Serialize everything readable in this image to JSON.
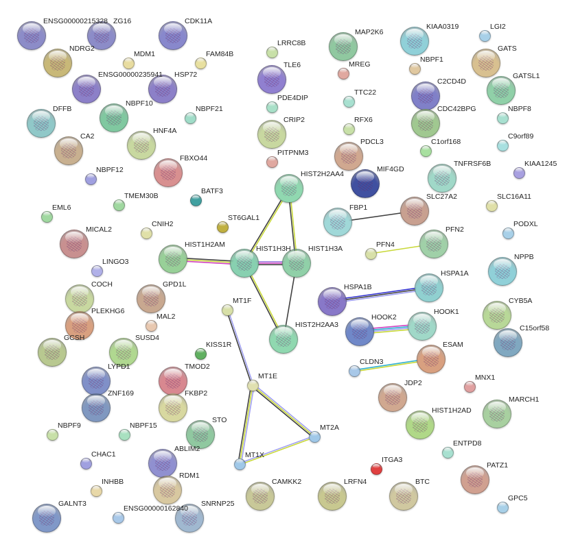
{
  "title": "STRING protein interaction network",
  "nodes": [
    {
      "label": "ENSG00000215328",
      "color": "#8c8cc8"
    },
    {
      "label": "ZG16",
      "color": "#8c8cc8"
    },
    {
      "label": "CDK11A",
      "color": "#8888cc"
    },
    {
      "label": "NDRG2",
      "color": "#c8b878"
    },
    {
      "label": "MDM1",
      "color": "#e8dca0"
    },
    {
      "label": "FAM84B",
      "color": "#e8e0a0"
    },
    {
      "label": "ENSG00000235941",
      "color": "#8c80c8"
    },
    {
      "label": "HSP72",
      "color": "#8c80c8"
    },
    {
      "label": "DFFB",
      "color": "#90c8c8"
    },
    {
      "label": "NBPF10",
      "color": "#80c8a0"
    },
    {
      "label": "NBPF21",
      "color": "#a0dcc8"
    },
    {
      "label": "HNF4A",
      "color": "#c8d8a0"
    },
    {
      "label": "CA2",
      "color": "#c8b090"
    },
    {
      "label": "NBPF12",
      "color": "#a0a0e0"
    },
    {
      "label": "FBXO44",
      "color": "#d89090"
    },
    {
      "label": "BATF3",
      "color": "#40a0a0"
    },
    {
      "label": "TMEM30B",
      "color": "#a0d8a0"
    },
    {
      "label": "EML6",
      "color": "#a0d8a0"
    },
    {
      "label": "MICAL2",
      "color": "#c89090"
    },
    {
      "label": "CNIH2",
      "color": "#e0e0a8"
    },
    {
      "label": "ST6GAL1",
      "color": "#c0b040"
    },
    {
      "label": "HIST1H2AM",
      "color": "#98d098"
    },
    {
      "label": "HIST1H3H",
      "color": "#88d0b0"
    },
    {
      "label": "HIST1H3A",
      "color": "#90d0a8"
    },
    {
      "label": "HIST2H2AA4",
      "color": "#90d8b0"
    },
    {
      "label": "LINGO3",
      "color": "#b0b0e8"
    },
    {
      "label": "COCH",
      "color": "#c8d8a0"
    },
    {
      "label": "GPD1L",
      "color": "#c8a890"
    },
    {
      "label": "PLEKHG6",
      "color": "#d8a080"
    },
    {
      "label": "MAL2",
      "color": "#e8c8b0"
    },
    {
      "label": "MT1F",
      "color": "#d8e0a8"
    },
    {
      "label": "HIST2H2AA3",
      "color": "#90d8b0"
    },
    {
      "label": "GCSH",
      "color": "#b8c890"
    },
    {
      "label": "SUSD4",
      "color": "#b0d890"
    },
    {
      "label": "KISS1R",
      "color": "#60b060"
    },
    {
      "label": "LYPD1",
      "color": "#8090c8"
    },
    {
      "label": "TMOD2",
      "color": "#d88890"
    },
    {
      "label": "MT1E",
      "color": "#e0e0b0"
    },
    {
      "label": "ZNF169",
      "color": "#8098c0"
    },
    {
      "label": "FKBP2",
      "color": "#d8d8a0"
    },
    {
      "label": "NBPF9",
      "color": "#c8e0a8"
    },
    {
      "label": "NBPF15",
      "color": "#a8e0c0"
    },
    {
      "label": "STO",
      "color": "#90c8a0"
    },
    {
      "label": "MT2A",
      "color": "#a0c8e8"
    },
    {
      "label": "CHAC1",
      "color": "#a0a0e0"
    },
    {
      "label": "ABLIM2",
      "color": "#9090d0"
    },
    {
      "label": "MT1X",
      "color": "#a0c8e8"
    },
    {
      "label": "INHBB",
      "color": "#e8d8a8"
    },
    {
      "label": "RDM1",
      "color": "#d8c8a0"
    },
    {
      "label": "CAMKK2",
      "color": "#c8c898"
    },
    {
      "label": "LRFN4",
      "color": "#c8c890"
    },
    {
      "label": "ITGA3",
      "color": "#e04040"
    },
    {
      "label": "BTC",
      "color": "#d0c8a0"
    },
    {
      "label": "PATZ1",
      "color": "#d0a090"
    },
    {
      "label": "GPC5",
      "color": "#a8d0e8"
    },
    {
      "label": "GALNT3",
      "color": "#8098c8"
    },
    {
      "label": "ENSG00000162840",
      "color": "#a8c8e8"
    },
    {
      "label": "SNRNP25",
      "color": "#a0b8d0"
    },
    {
      "label": "LRRC8B",
      "color": "#c8e0a8"
    },
    {
      "label": "TLE6",
      "color": "#9080d0"
    },
    {
      "label": "PDE4DIP",
      "color": "#a8e0c8"
    },
    {
      "label": "MREG",
      "color": "#e0a8a0"
    },
    {
      "label": "MAP2K6",
      "color": "#90c8a0"
    },
    {
      "label": "TTC22",
      "color": "#a8e0d0"
    },
    {
      "label": "CRIP2",
      "color": "#c8d8a0"
    },
    {
      "label": "RFX6",
      "color": "#c8e0a8"
    },
    {
      "label": "PITPNM3",
      "color": "#e0a8a0"
    },
    {
      "label": "PDCL3",
      "color": "#d0a890"
    },
    {
      "label": "MIF4GD",
      "color": "#4050a0"
    },
    {
      "label": "FBP1",
      "color": "#a0d8d8"
    },
    {
      "label": "SLC27A2",
      "color": "#c8a090"
    },
    {
      "label": "PFN4",
      "color": "#d8e0a8"
    },
    {
      "label": "PFN2",
      "color": "#a0d0a8"
    },
    {
      "label": "HSPA1B",
      "color": "#8878c8"
    },
    {
      "label": "HSPA1A",
      "color": "#90d0d0"
    },
    {
      "label": "HOOK2",
      "color": "#7088c8"
    },
    {
      "label": "HOOK1",
      "color": "#a0d8c8"
    },
    {
      "label": "ESAM",
      "color": "#d8a080"
    },
    {
      "label": "CLDN3",
      "color": "#a8c8e8"
    },
    {
      "label": "JDP2",
      "color": "#d0a890"
    },
    {
      "label": "MNX1",
      "color": "#e0a0a0"
    },
    {
      "label": "HIST1H2AD",
      "color": "#b0d888"
    },
    {
      "label": "MARCH1",
      "color": "#a8d0a0"
    },
    {
      "label": "ENTPD8",
      "color": "#a8e0d0"
    },
    {
      "label": "KIAA0319",
      "color": "#90d0d8"
    },
    {
      "label": "LGI2",
      "color": "#a8d0e8"
    },
    {
      "label": "NBPF1",
      "color": "#e0c8a0"
    },
    {
      "label": "GATS",
      "color": "#d8c090"
    },
    {
      "label": "C2CD4D",
      "color": "#8080c8"
    },
    {
      "label": "GATSL1",
      "color": "#90d0a8"
    },
    {
      "label": "CDC42BPG",
      "color": "#a0c890"
    },
    {
      "label": "NBPF8",
      "color": "#a8e0d0"
    },
    {
      "label": "C1orf168",
      "color": "#a8e0a0"
    },
    {
      "label": "C9orf89",
      "color": "#a8e0e0"
    },
    {
      "label": "TNFRSF6B",
      "color": "#a0d8c8"
    },
    {
      "label": "KIAA1245",
      "color": "#a8a0e0"
    },
    {
      "label": "SLC16A11",
      "color": "#e0e0a8"
    },
    {
      "label": "PODXL",
      "color": "#a8d0e8"
    },
    {
      "label": "NPPB",
      "color": "#90d0d8"
    },
    {
      "label": "CYB5A",
      "color": "#b8d898"
    },
    {
      "label": "C15orf58",
      "color": "#80a8c0"
    }
  ],
  "edges": [
    {
      "from": "HIST2H2AA4",
      "to": "HIST1H3H",
      "colors": [
        "#c8d838",
        "#404040"
      ]
    },
    {
      "from": "HIST2H2AA4",
      "to": "HIST1H3A",
      "colors": [
        "#c8d838",
        "#404040"
      ]
    },
    {
      "from": "HIST1H2AM",
      "to": "HIST1H3H",
      "colors": [
        "#404040",
        "#c8d838",
        "#d040c0"
      ]
    },
    {
      "from": "HIST1H3H",
      "to": "HIST1H3A",
      "colors": [
        "#a080e0",
        "#d040c0",
        "#404040"
      ]
    },
    {
      "from": "HIST1H3H",
      "to": "HIST2H2AA3",
      "colors": [
        "#c8d838",
        "#404040"
      ]
    },
    {
      "from": "HIST1H3A",
      "to": "HIST2H2AA3",
      "colors": [
        "#404040"
      ]
    },
    {
      "from": "FBP1",
      "to": "SLC27A2",
      "colors": [
        "#404040"
      ]
    },
    {
      "from": "PFN4",
      "to": "PFN2",
      "colors": [
        "#c8d838"
      ]
    },
    {
      "from": "HSPA1B",
      "to": "HSPA1A",
      "colors": [
        "#3030d0",
        "#404040",
        "#a0a0f0"
      ]
    },
    {
      "from": "HOOK2",
      "to": "HOOK1",
      "colors": [
        "#d040c0",
        "#30b0d0",
        "#a0a0f0",
        "#c8d838"
      ]
    },
    {
      "from": "CLDN3",
      "to": "ESAM",
      "colors": [
        "#30b0d0",
        "#c8d838"
      ]
    },
    {
      "from": "MT1F",
      "to": "MT1E",
      "colors": [
        "#a0a0f0",
        "#404040"
      ]
    },
    {
      "from": "MT1E",
      "to": "MT2A",
      "colors": [
        "#a0a0f0",
        "#c8d838",
        "#404040"
      ]
    },
    {
      "from": "MT1E",
      "to": "MT1X",
      "colors": [
        "#a0a0f0",
        "#c8d838",
        "#404040"
      ]
    },
    {
      "from": "MT1X",
      "to": "MT2A",
      "colors": [
        "#a0a0f0",
        "#c8d838"
      ]
    }
  ]
}
